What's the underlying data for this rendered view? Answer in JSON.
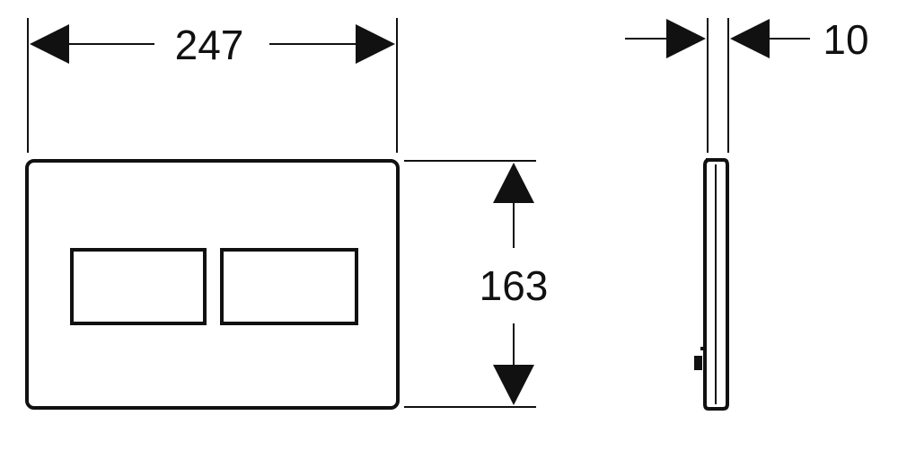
{
  "diagram": {
    "dimensions": {
      "width": "247",
      "height": "163",
      "depth": "10"
    },
    "colors": {
      "line": "#111111",
      "background": "#ffffff"
    }
  }
}
